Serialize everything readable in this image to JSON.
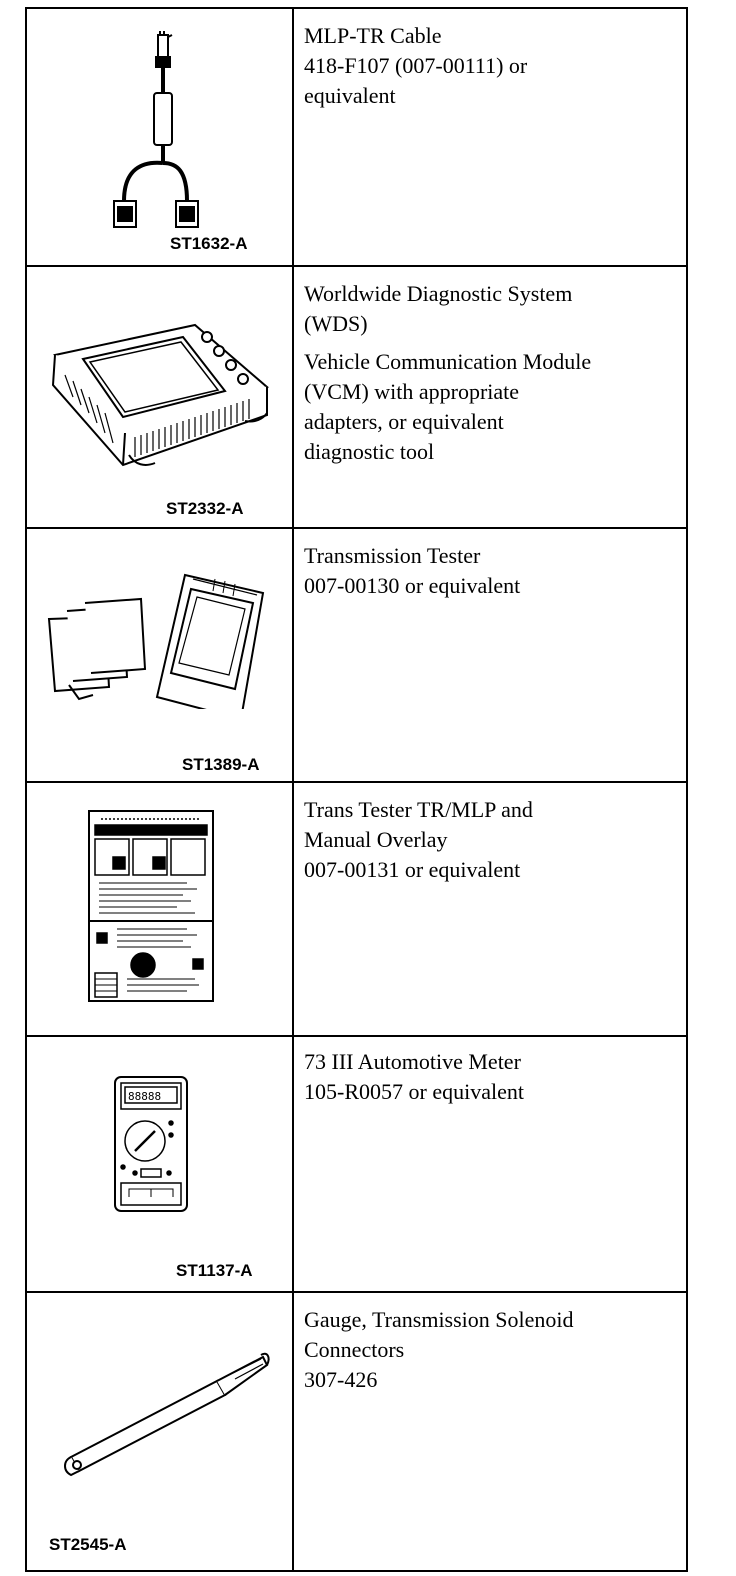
{
  "tools": [
    {
      "figure_code": "ST1632-A",
      "icon": "cable-icon",
      "paragraphs": [
        [
          "MLP-TR Cable",
          "418-F107 (007-00111) or",
          "equivalent"
        ]
      ]
    },
    {
      "figure_code": "ST2332-A",
      "icon": "diagnostic-device-icon",
      "paragraphs": [
        [
          "Worldwide Diagnostic System",
          "(WDS)"
        ],
        [
          "Vehicle Communication Module",
          "(VCM) with appropriate",
          "adapters, or equivalent",
          "diagnostic tool"
        ]
      ]
    },
    {
      "figure_code": "ST1389-A",
      "icon": "transmission-tester-icon",
      "paragraphs": [
        [
          "Transmission Tester",
          "007-00130 or equivalent"
        ]
      ]
    },
    {
      "figure_code": "",
      "icon": "overlay-sheet-icon",
      "paragraphs": [
        [
          "Trans Tester TR/MLP and",
          "Manual Overlay",
          "007-00131 or equivalent"
        ]
      ]
    },
    {
      "figure_code": "ST1137-A",
      "icon": "multimeter-icon",
      "paragraphs": [
        [
          "73 III Automotive Meter",
          "105-R0057 or equivalent"
        ]
      ]
    },
    {
      "figure_code": "ST2545-A",
      "icon": "solenoid-gauge-icon",
      "paragraphs": [
        [
          "Gauge, Transmission Solenoid",
          "Connectors",
          "307-426"
        ]
      ]
    }
  ]
}
